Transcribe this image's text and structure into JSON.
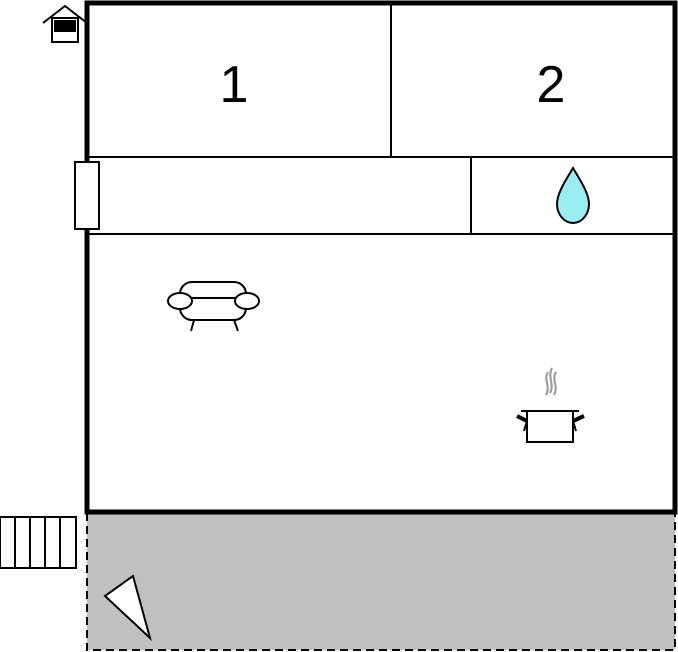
{
  "floorplan": {
    "rooms": [
      {
        "id": "bedroom-1",
        "label": "1"
      },
      {
        "id": "bedroom-2",
        "label": "2"
      }
    ],
    "icons": {
      "entrance": "house-entrance-icon",
      "bathroom": "water-drop-icon",
      "living": "sofa-icon",
      "kitchen": "cooking-pot-icon",
      "stairs": "stairs-icon",
      "terrace": "terrace-triangle-icon"
    },
    "colors": {
      "wall": "#000000",
      "terrace": "#c0c0c0",
      "water": "#99eef2",
      "steam": "#999999"
    }
  }
}
